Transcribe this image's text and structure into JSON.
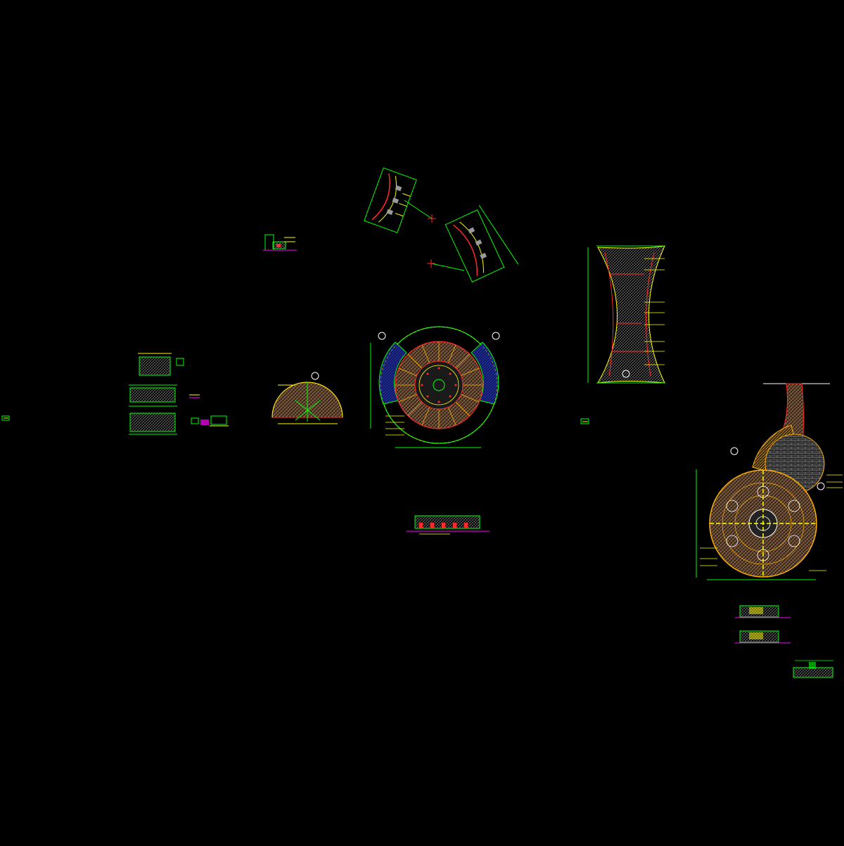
{
  "drawing": {
    "background": "#000000",
    "palette": {
      "green": "#00ff00",
      "yellow": "#ffff00",
      "red": "#ff2a2a",
      "magenta": "#ff00ff",
      "white": "#ffffff",
      "orange": "#ffb000",
      "blue": "#1a2fa0",
      "grey": "#9a9a9a",
      "cyan": "#00ffff"
    },
    "details": [
      {
        "name": "small-section-detail"
      },
      {
        "name": "paving-panel-details"
      },
      {
        "name": "quarter-circle-plan"
      },
      {
        "name": "bench-arc-detail-left"
      },
      {
        "name": "bench-arc-detail-right"
      },
      {
        "name": "circular-plaza-plan"
      },
      {
        "name": "hourglass-paving-plan"
      },
      {
        "name": "linear-section"
      },
      {
        "name": "tree-pool-plan"
      },
      {
        "name": "tree-pool-sections"
      }
    ]
  }
}
